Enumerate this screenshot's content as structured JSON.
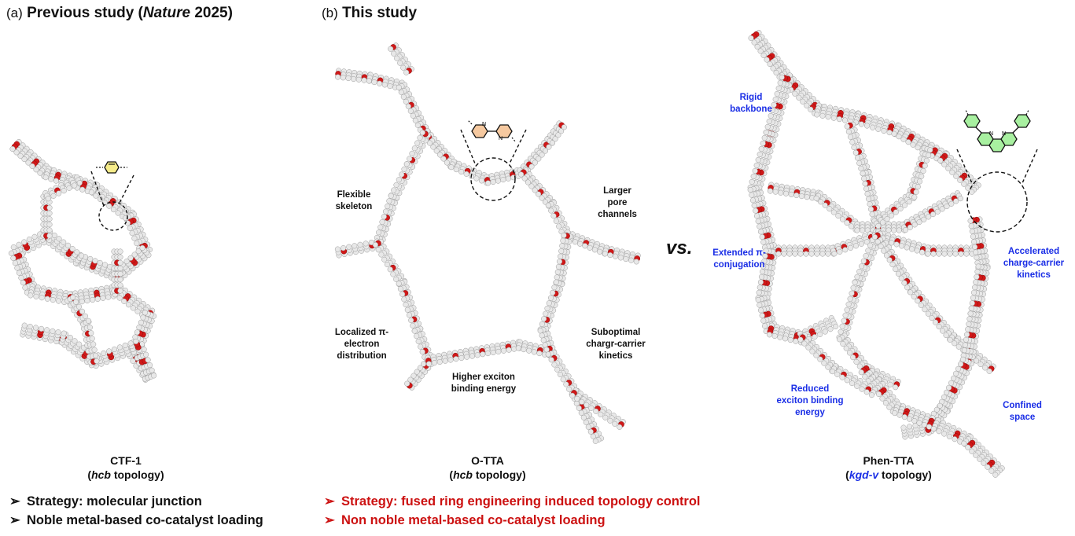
{
  "panel_a": {
    "tag": "(a)",
    "title_prefix": "Previous study (",
    "title_italic": "Nature",
    "title_suffix": " 2025)",
    "structure_name": "CTF-1",
    "topology_italic": "hcb",
    "topology_suffix": " topology)",
    "topology_prefix": "(",
    "linker_color": "#f6ec8a",
    "bullets": [
      "Strategy: molecular junction",
      "Noble metal-based co-catalyst loading"
    ]
  },
  "panel_b": {
    "tag": "(b)",
    "title": "This study",
    "vs_label": "vs.",
    "o_tta": {
      "structure_name": "O-TTA",
      "topology_prefix": "(",
      "topology_italic": "hcb",
      "topology_suffix": " topology)",
      "linker_color": "#f6c9a0",
      "linker_atom_label": "N",
      "annotations": [
        "Flexible\nskeleton",
        "Larger\npore\nchannels",
        "Localized π-\nelectron\ndistribution",
        "Suboptimal\nchargr-carrier\nkinetics",
        "Higher exciton\nbinding energy"
      ]
    },
    "phen_tta": {
      "structure_name": "Phen-TTA",
      "topology_prefix": "(",
      "topology_italic": "kgd-v",
      "topology_suffix": " topology)",
      "linker_color": "#a8f0a0",
      "linker_atom_label": "N",
      "annotations": [
        "Rigid\nbackbone",
        "Extended π-\nconjugation",
        "Accelerated\ncharge-carrier\nkinetics",
        "Reduced\nexciton binding\nenergy",
        "Confined\nspace"
      ]
    },
    "bullets": [
      "Strategy: fused ring engineering induced topology control",
      "Non noble metal-based co-catalyst loading"
    ],
    "bullet_marker": "➢"
  },
  "colors": {
    "atom_white": "#e8e8e8",
    "atom_red": "#d01818",
    "highlight_text": "#1a2ee6",
    "strategy_text": "#cc1111"
  }
}
